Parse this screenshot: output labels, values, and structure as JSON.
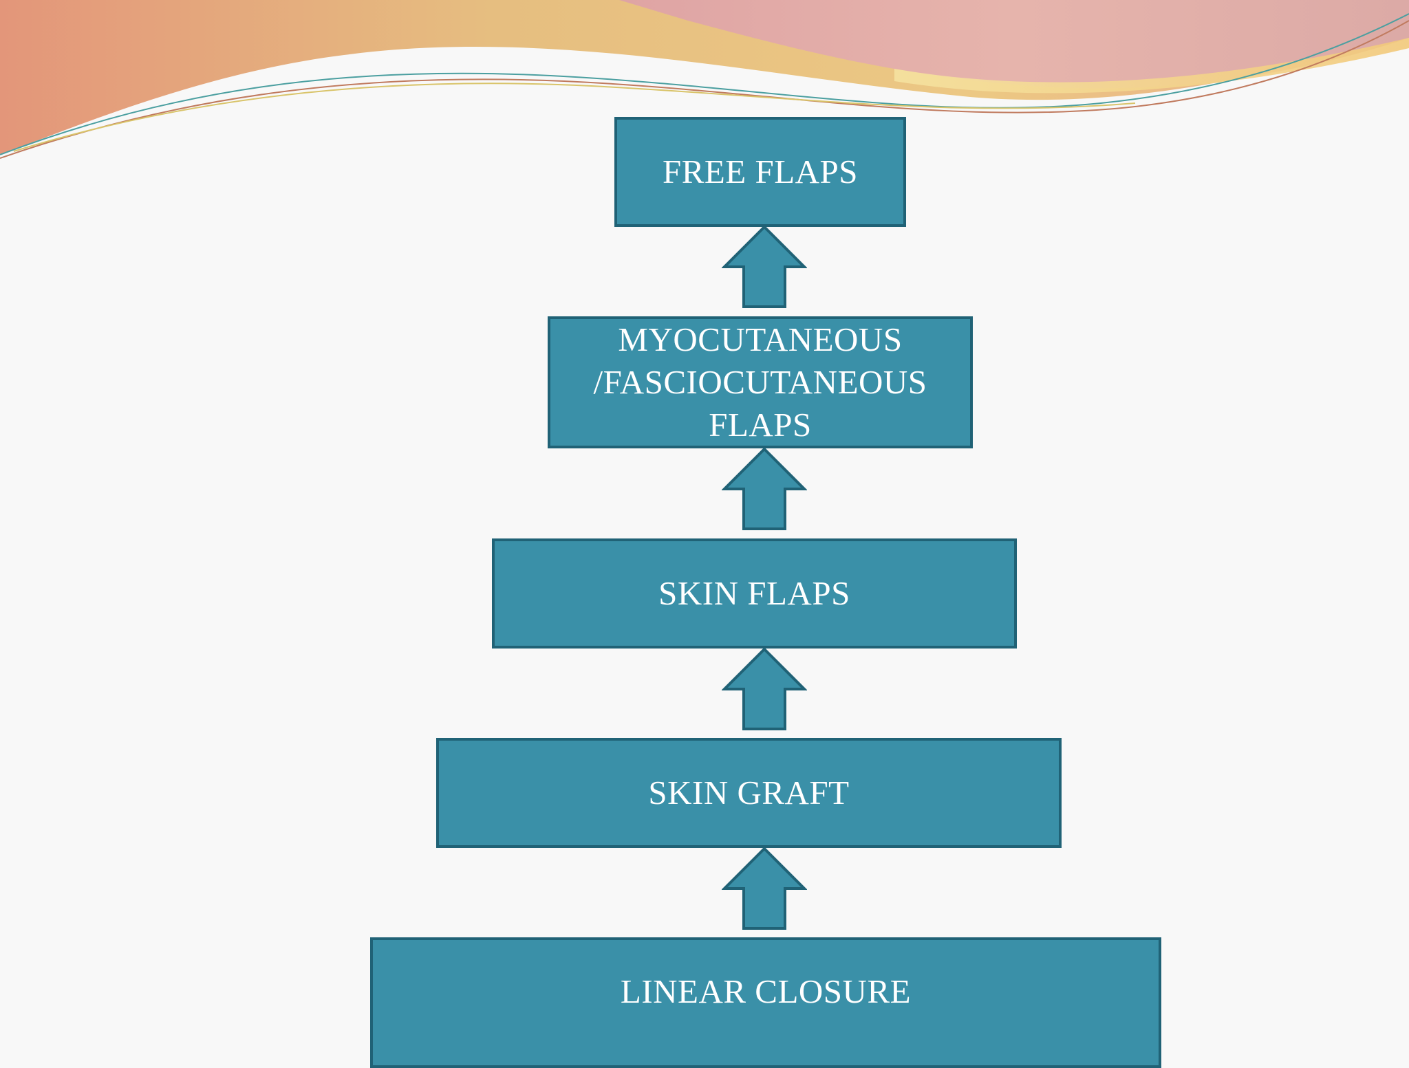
{
  "slide": {
    "boxes": [
      {
        "id": "free",
        "label": "FREE FLAPS"
      },
      {
        "id": "myo",
        "label": "MYOCUTANEOUS\n/FASCIOCUTANEOUS\nFLAPS"
      },
      {
        "id": "skinflaps",
        "label": "SKIN FLAPS"
      },
      {
        "id": "skingraft",
        "label": "SKIN GRAFT"
      },
      {
        "id": "linear",
        "label": "LINEAR CLOSURE"
      }
    ],
    "colors": {
      "box_fill": "#3a90a8",
      "box_border": "#206276",
      "arrow_fill": "#3a90a8",
      "background": "#f8f8f8"
    }
  }
}
